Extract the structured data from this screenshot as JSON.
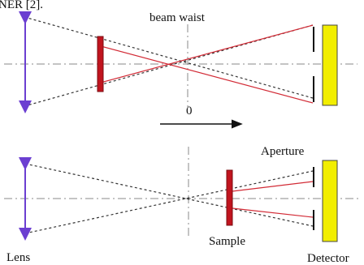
{
  "header_fragment": "NER [2].",
  "labels": {
    "beam_waist": "beam waist",
    "zero": "0",
    "aperture": "Aperture",
    "sample": "Sample",
    "lens": "Lens",
    "detector": "Detector"
  },
  "colors": {
    "lens": "#6b3fd1",
    "sample_fill": "#c1141e",
    "sample_stroke": "#7a0c12",
    "detector_fill": "#f2ee00",
    "detector_stroke": "#444444",
    "red_beam": "#d22a35",
    "dashed_beam": "#333333",
    "axis": "#8a8a8a",
    "aperture": "#111111"
  }
}
